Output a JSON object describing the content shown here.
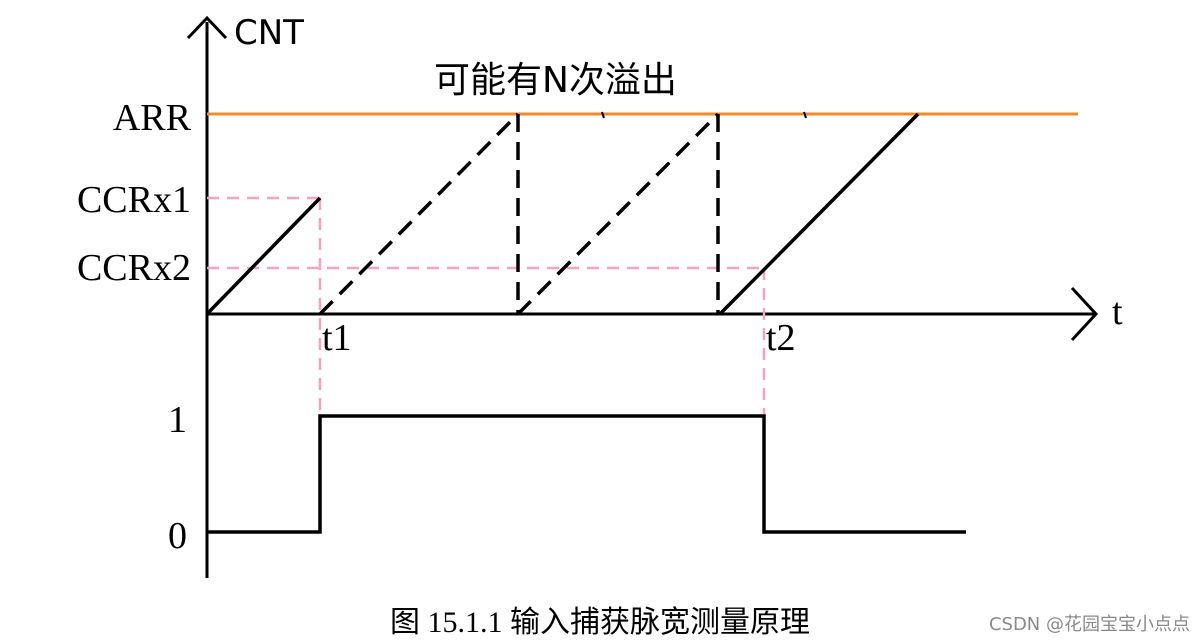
{
  "diagram": {
    "y_axis_label": "CNT",
    "x_axis_label": "t",
    "overflow_note": "可能有N次溢出",
    "levels": {
      "arr": "ARR",
      "ccrx1": "CCRx1",
      "ccrx2": "CCRx2"
    },
    "time_marks": {
      "t1": "t1",
      "t2": "t2"
    },
    "signal_levels": {
      "high": "1",
      "low": "0"
    },
    "caption": "图 15.1.1  输入捕获脉宽测量原理",
    "watermark": "CSDN @花园宝宝小点点",
    "colors": {
      "arr_line": "#f08a30",
      "guide_dashes": "#f5a3c0",
      "lines": "#000000"
    }
  }
}
